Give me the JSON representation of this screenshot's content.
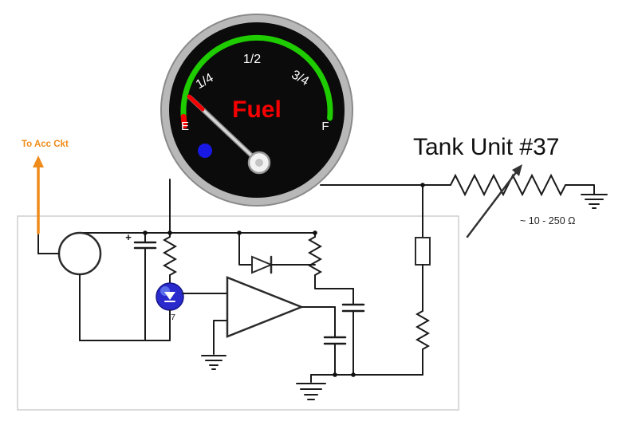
{
  "colors": {
    "arc_green": "#1ecc00",
    "red": "#f50000",
    "orange": "#ef8b1a",
    "indicator_blue": "#1919e6",
    "component_blue": "#2a2acd",
    "wire_black": "#1a1a1a",
    "gauge_face": "#0b0b0b",
    "gauge_rim": "#b8b8b8"
  },
  "gauge": {
    "brand_label": "Fuel",
    "tick_quarter": "1/4",
    "tick_half": "1/2",
    "tick_three_quarter": "3/4",
    "empty_label": "E",
    "full_label": "F"
  },
  "tank_unit": {
    "title": "Tank Unit #37",
    "resistance_range": "~ 10 - 250 Ω"
  },
  "acc": {
    "label": "To Acc Ckt"
  },
  "circuit": {
    "ic_pin_label": "7",
    "capacitor_polarity": "+"
  }
}
